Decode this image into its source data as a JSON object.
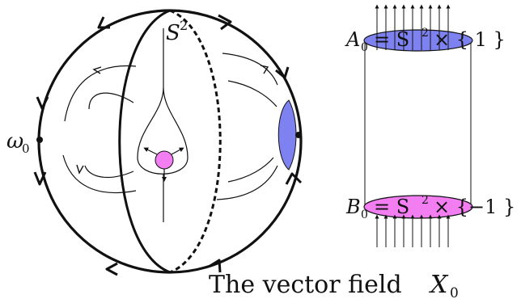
{
  "labels": {
    "sphere_symbol": "S",
    "sphere_exp": "2",
    "omega_symbol": "ω",
    "omega_sub": "0",
    "a_symbol": "A",
    "a_sub": "0",
    "a_rest": "= S",
    "a_exp": "2",
    "a_tail": "× { 1 }",
    "b_symbol": "B",
    "b_sub": "0",
    "b_rest": "= S",
    "b_exp": "2",
    "b_tail": "× {−1 }",
    "caption_text": "The vector field",
    "caption_symbol": "X",
    "caption_sub": "0"
  },
  "colors": {
    "ink": "#111111",
    "blue_fill": "#7e82f0",
    "pink_fill": "#f27ef2"
  }
}
